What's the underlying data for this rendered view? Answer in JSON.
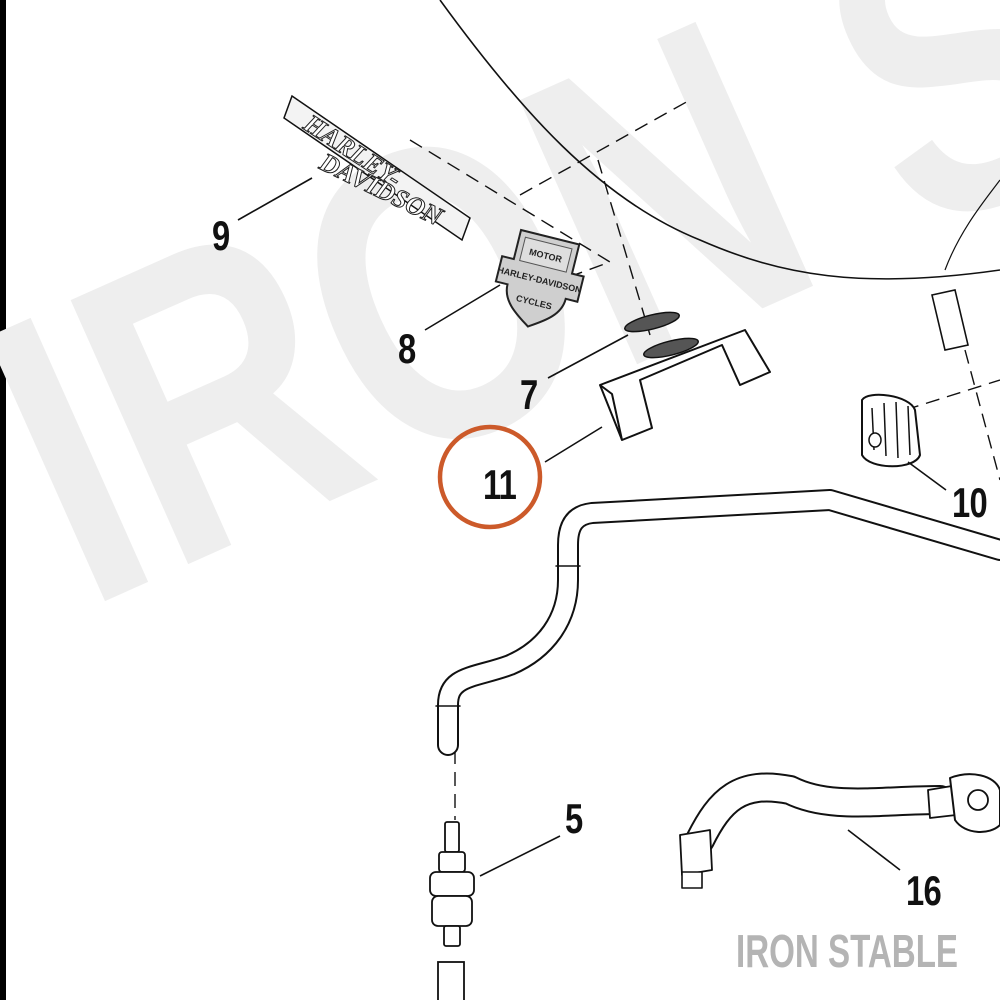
{
  "diagram": {
    "watermark": "IRON S",
    "brand": "IRON STABLE",
    "highlight_color": "#cc5a2a",
    "callouts": {
      "c9": "9",
      "c8": "8",
      "c7": "7",
      "c11": "11",
      "c10": "10",
      "c5": "5",
      "c16": "16"
    },
    "emblem_text": {
      "script_line1": "HARLEY-",
      "script_line2": "DAVIDSON",
      "shield_top": "MOTOR",
      "shield_mid": "HARLEY-DAVIDSON",
      "shield_bottom": "CYCLES"
    },
    "highlighted_part": "11"
  }
}
